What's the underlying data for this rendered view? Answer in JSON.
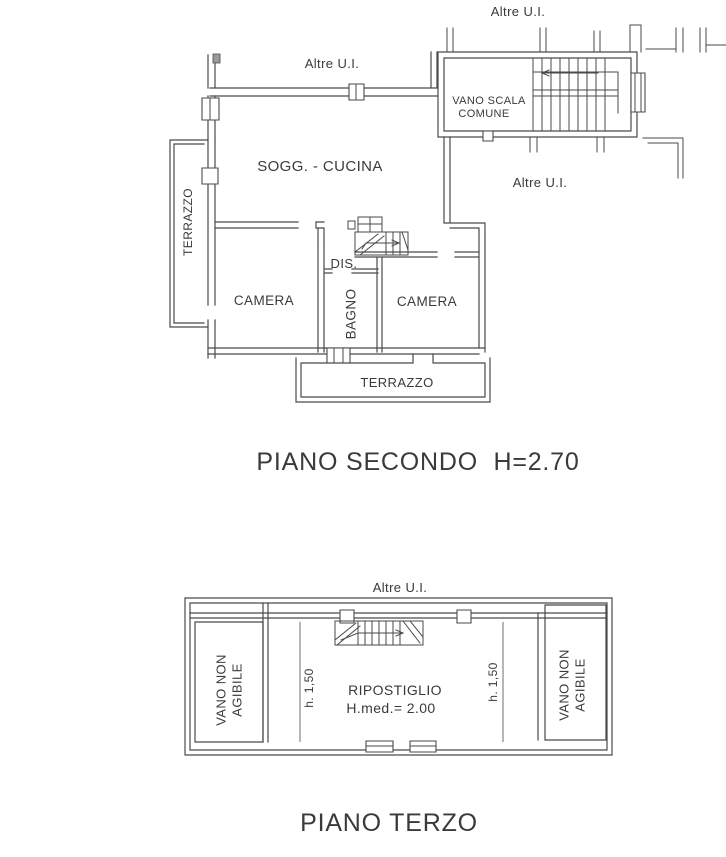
{
  "colors": {
    "line": "#4a4a4a",
    "text": "#3a3a3a",
    "background": "#ffffff"
  },
  "second_floor": {
    "caption": "PIANO SECONDO  H=2.70",
    "altre_ui_top": "Altre U.I.",
    "altre_ui_left": "Altre U.I.",
    "altre_ui_right": "Altre U.I.",
    "stairwell_line1": "VANO SCALA",
    "stairwell_line2": "COMUNE",
    "living_kitchen": "SOGG. - CUCINA",
    "terrace_left": "TERRAZZO",
    "terrace_bottom": "TERRAZZO",
    "hallway": "DIS.",
    "bedroom_left": "CAMERA",
    "bedroom_right": "CAMERA",
    "bathroom": "BAGNO"
  },
  "third_floor": {
    "caption": "PIANO TERZO",
    "altre_ui": "Altre U.I.",
    "storage": "RIPOSTIGLIO",
    "storage_height": "H.med.= 2.00",
    "height_line_left": "h. 1,50",
    "height_line_right": "h. 1,50",
    "non_usable_left_line1": "VANO NON",
    "non_usable_left_line2": "AGIBILE",
    "non_usable_right_line1": "VANO NON",
    "non_usable_right_line2": "AGIBILE"
  }
}
